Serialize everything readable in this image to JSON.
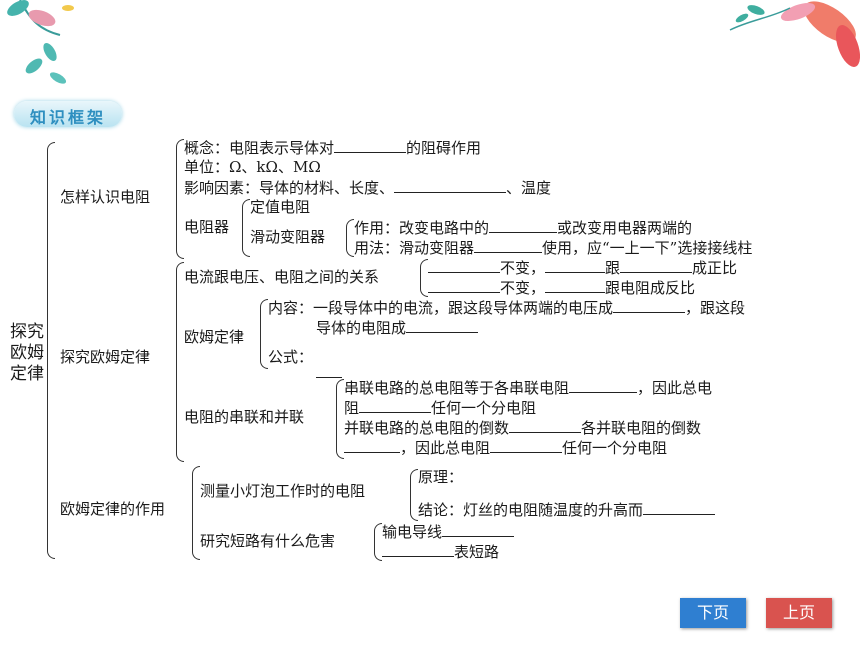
{
  "section_title": "知识框架",
  "root": "探究\n欧姆\n定律",
  "branch1": {
    "title": "怎样认识电阻",
    "concept": "概念：电阻表示导体对",
    "concept_tail": "的阻碍作用",
    "unit": "单位：Ω、kΩ、MΩ",
    "factors": "影响因素：导体的材料、长度、",
    "factors_tail": "、温度",
    "resistor": "电阻器",
    "fixed": "定值电阻",
    "rheostat": "滑动变阻器",
    "use": "作用：改变电路中的",
    "use_tail": "或改变用电器两端的",
    "method": "用法：滑动变阻器",
    "method_mid": "使用，应“一上一下”选接接线柱"
  },
  "branch2": {
    "title": "探究欧姆定律",
    "relation": "电流跟电压、电阻之间的关系",
    "rel1_a": "不变，",
    "rel1_b": "跟",
    "rel1_c": "成正比",
    "rel2_a": "不变，",
    "rel2_b": "跟电阻成反比",
    "ohm": "欧姆定律",
    "content1": "内容：一段导体中的电流，跟这段导体两端的电压成",
    "content1_tail": "，跟这段",
    "content2": "导体的电阻成",
    "formula": "公式：",
    "series_parallel": "电阻的串联和并联",
    "sp1": "串联电路的总电阻等于各串联电阻",
    "sp1_tail": "，因此总电",
    "sp2": "阻",
    "sp2_tail": "任何一个分电阻",
    "sp3": "并联电路的总电阻的倒数",
    "sp3_tail": "各并联电阻的倒数",
    "sp4_tail": "，因此总电阻",
    "sp4_end": "任何一个分电阻"
  },
  "branch3": {
    "title": "欧姆定律的作用",
    "measure": "测量小灯泡工作时的电阻",
    "principle": "原理：",
    "conclusion": "结论：灯丝的电阻随温度的升高而",
    "short": "研究短路有什么危害",
    "wire": "输电导线",
    "meter": "表短路"
  },
  "nav": {
    "next": "下页",
    "prev": "上页"
  },
  "colors": {
    "next_button": "#2f7fd1",
    "prev_button": "#d9534f",
    "badge_text": "#2e8fc0"
  }
}
